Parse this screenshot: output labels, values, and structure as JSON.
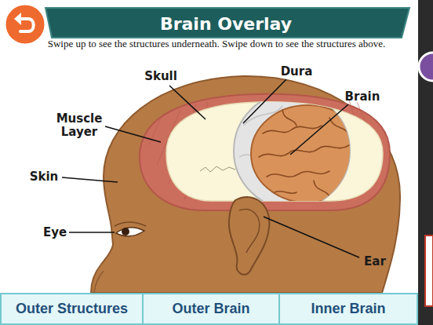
{
  "diagram": {
    "title": "Brain Overlay",
    "nodes": [
      {
        "text": [
          "Outer Structures"
        ]
      },
      {
        "text": [
          "Outer Brain"
        ]
      },
      {
        "text": [
          "Inner Brain"
        ]
      }
    ],
    "labels": [
      "Swipe up to see the structures underneath. Swipe down to see the structures above.",
      "Skull",
      "Dura",
      "Brain",
      "Muscle Layer",
      "Skin",
      "Eye",
      "Ear"
    ]
  }
}
